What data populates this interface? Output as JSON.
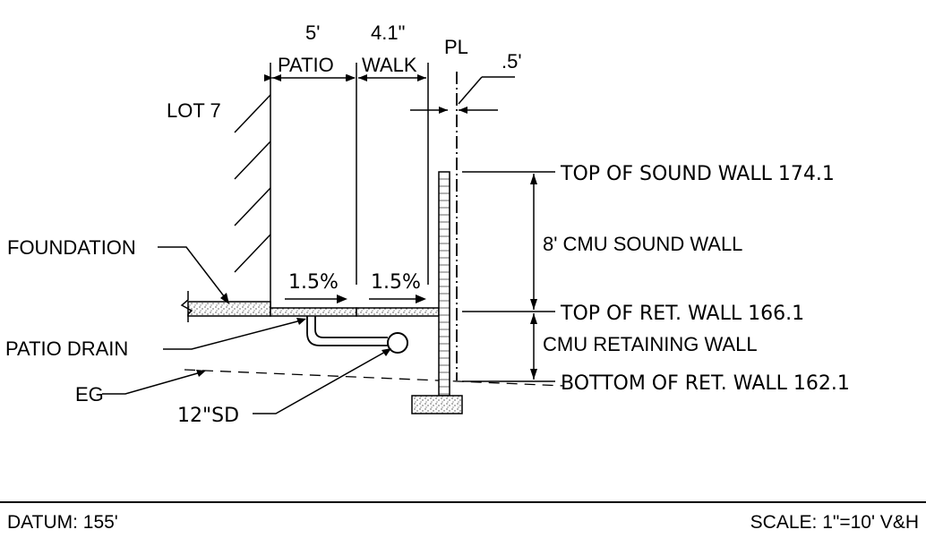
{
  "dims": {
    "patio_dim": "5'",
    "walk_dim": "4.1\"",
    "patio_label": "PATIO",
    "walk_label": "WALK",
    "pl_label": "PL",
    "offset_dim": ".5'"
  },
  "labels": {
    "lot": "LOT 7",
    "foundation": "FOUNDATION",
    "slope_patio": "1.5%",
    "slope_walk": "1.5%",
    "patio_drain": "PATIO  DRAIN",
    "eg": "EG",
    "sd": "12\"SD"
  },
  "elevations": {
    "top_sound_wall": "TOP  OF  SOUND  WALL  174.1",
    "sound_wall_desc": "8' CMU SOUND WALL",
    "top_ret_wall": "TOP  OF  RET.  WALL  166.1",
    "ret_wall_desc": "CMU RETAINING WALL",
    "bottom_ret_wall": "BOTTOM  OF  RET.  WALL  162.1"
  },
  "footer": {
    "datum": "DATUM: 155'",
    "scale": "SCALE: 1\"=10' V&H"
  }
}
